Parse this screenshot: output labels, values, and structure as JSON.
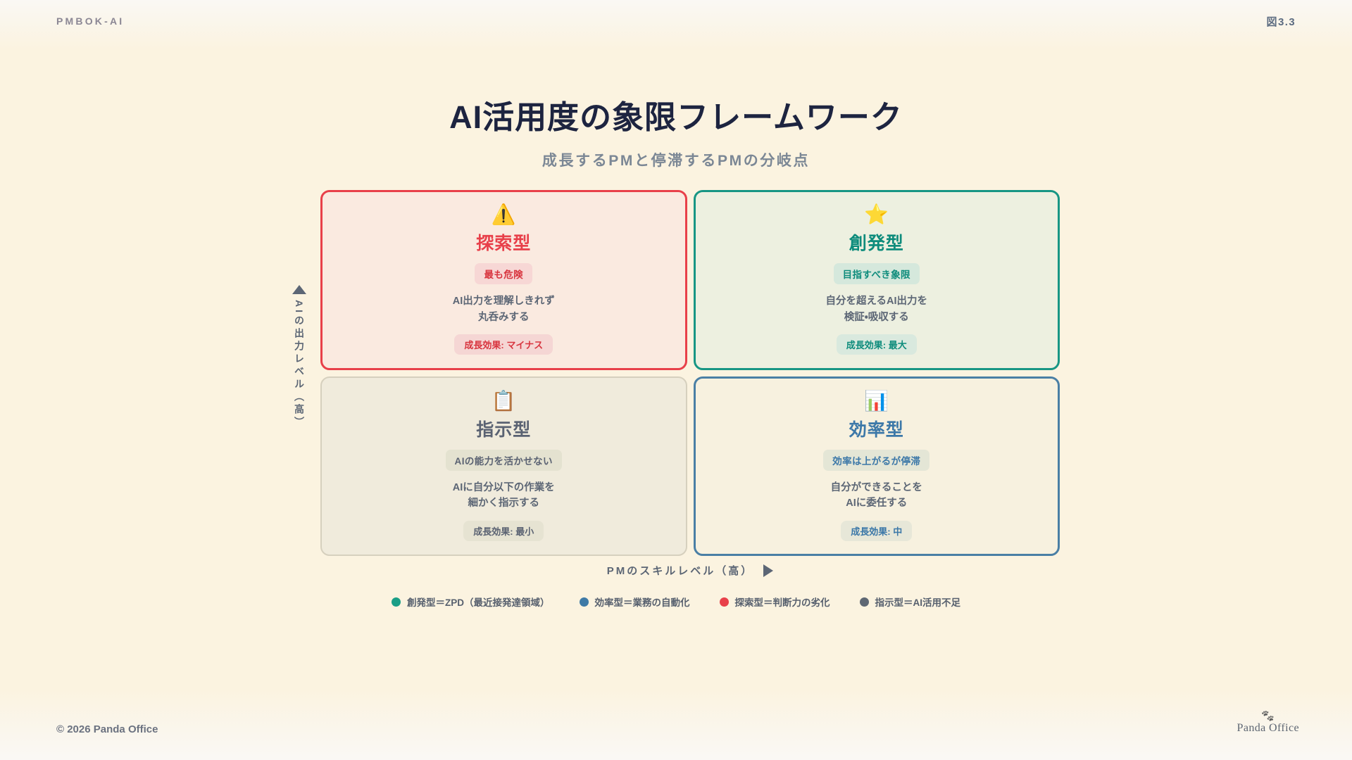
{
  "header": {
    "brand": "PMBOK-AI",
    "figure_number": "図3.3"
  },
  "title": "AI活用度の象限フレームワーク",
  "subtitle": "成長するPMと停滞するPMの分岐点",
  "axes": {
    "y_label": "AIの出力レベル（高）",
    "y_arrow": "up-arrow",
    "x_label": "PMのスキルレベル（高）",
    "x_arrow": "right-arrow"
  },
  "quadrants": [
    {
      "key": "explore",
      "icon": "⚠️",
      "icon_name": "warning-icon",
      "title": "探索型",
      "badge": "最も危険",
      "description_line1": "AI出力を理解しきれず",
      "description_line2": "丸呑みする",
      "effect": "成長効果: マイナス",
      "accent": "#E8404A"
    },
    {
      "key": "emerge",
      "icon": "⭐",
      "icon_name": "star-icon",
      "title": "創発型",
      "badge": "目指すべき象限",
      "description_line1": "自分を超えるAI出力を",
      "description_line2": "検証・吸収する",
      "effect": "成長効果: 最大",
      "accent": "#179684"
    },
    {
      "key": "direct",
      "icon": "📋",
      "icon_name": "clipboard-icon",
      "title": "指示型",
      "badge": "AIの能力を活かせない",
      "description_line1": "AIに自分以下の作業を",
      "description_line2": "細かく指示する",
      "effect": "成長効果: 最小",
      "accent": "#6B7280"
    },
    {
      "key": "effic",
      "icon": "📊",
      "icon_name": "bar-chart-icon",
      "title": "効率型",
      "badge": "効率は上がるが停滞",
      "description_line1": "自分ができることを",
      "description_line2": "AIに委任する",
      "effect": "成長効果: 中",
      "accent": "#4A7FA5"
    }
  ],
  "legend": [
    {
      "color": "#1A9E86",
      "text": "創発型＝ZPD（最近接発達領域）"
    },
    {
      "color": "#3E7AA6",
      "text": "効率型＝業務の自動化"
    },
    {
      "color": "#E8404A",
      "text": "探索型＝判断力の劣化"
    },
    {
      "color": "#5E6773",
      "text": "指示型＝AI活用不足"
    }
  ],
  "footer": {
    "copyright": "© 2026 Panda Office",
    "logo_icon": "🐾",
    "logo_text": "Panda Office"
  }
}
